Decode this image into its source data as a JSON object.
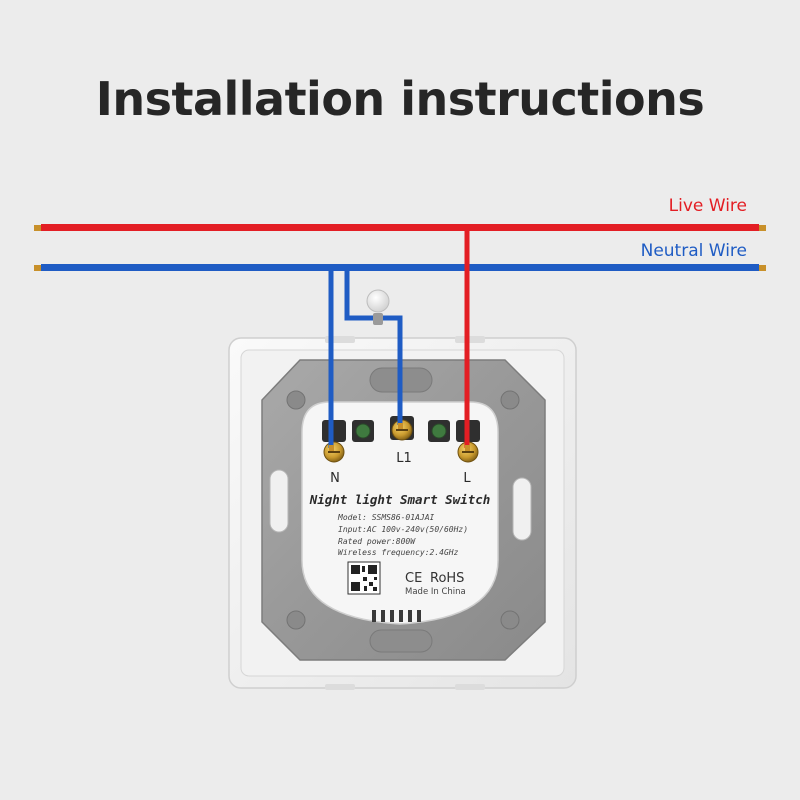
{
  "title": "Installation instructions",
  "wires": {
    "live_label": "Live Wire",
    "neutral_label": "Neutral Wire",
    "live_color": "#e31e24",
    "neutral_color": "#1f5cc4",
    "tip_color": "#c8902a"
  },
  "terminals": {
    "n": "N",
    "l1": "L1",
    "l": "L"
  },
  "switch": {
    "product_name": "Night light Smart Switch",
    "model": "Model: SSMS86-01AJAI",
    "input": "Input:AC 100v-240v(50/60Hz)",
    "rated_power": "Rated power:800W",
    "wireless": "Wireless frequency:2.4GHz",
    "ce": "CE",
    "rohs": "RoHS",
    "origin": "Made In China"
  }
}
